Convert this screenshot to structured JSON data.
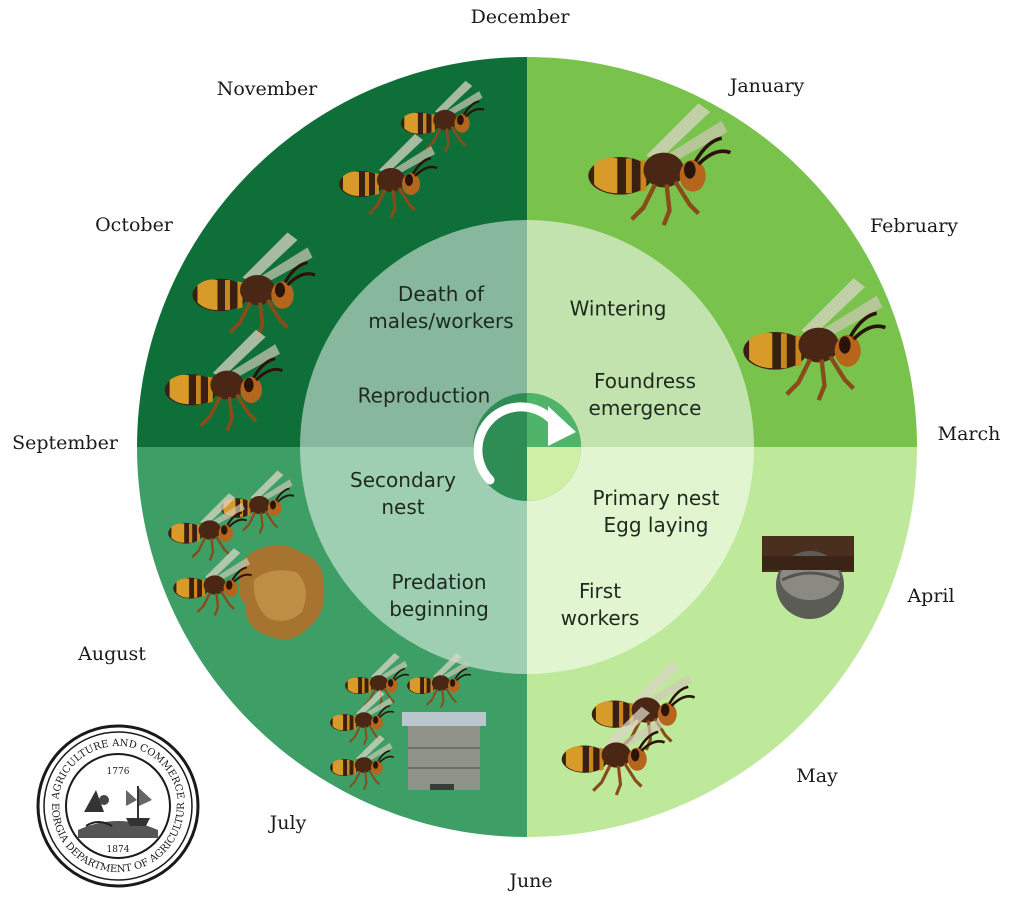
{
  "months": {
    "december": "December",
    "january": "January",
    "february": "February",
    "march": "March",
    "april": "April",
    "may": "May",
    "june": "June",
    "july": "July",
    "august": "August",
    "september": "September",
    "october": "October",
    "november": "November"
  },
  "phases": {
    "wintering": "Wintering",
    "foundress_line1": "Foundress",
    "foundress_line2": "emergence",
    "primary_nest_line1": "Primary nest",
    "primary_nest_line2": "Egg laying",
    "first_workers_line1": "First",
    "first_workers_line2": "workers",
    "predation_line1": "Predation",
    "predation_line2": "beginning",
    "secondary_nest_line1": "Secondary",
    "secondary_nest_line2": "nest",
    "reproduction": "Reproduction",
    "death_line1": "Death of",
    "death_line2": "males/workers"
  },
  "seal": {
    "text_top": "AGRICULTURE AND COMMERCE",
    "text_bottom": "GEORGIA DEPARTMENT OF AGRICULTURE",
    "year_top": "1776",
    "year_bottom": "1874"
  },
  "colors": {
    "q_top_left": "#0f6f38",
    "q_top_right": "#79c24b",
    "q_bottom_left": "#3d9f66",
    "q_bottom_right": "#bfe99a",
    "hornet_body": "#3a1f12",
    "hornet_band": "#c8871c"
  }
}
